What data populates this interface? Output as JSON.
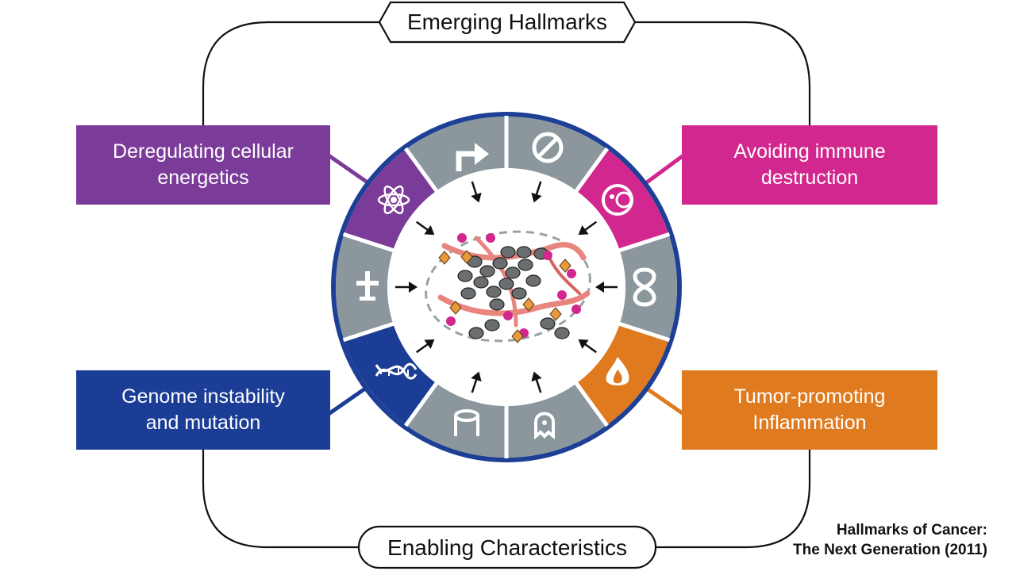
{
  "header_label": "Emerging Hallmarks",
  "footer_label": "Enabling Characteristics",
  "boxes": {
    "energetics": {
      "label": "Deregulating cellular\nenergetics",
      "color": "#7b3b99"
    },
    "immune": {
      "label": "Avoiding immune\ndestruction",
      "color": "#d2278e"
    },
    "genome": {
      "label": "Genome instability\nand mutation",
      "color": "#1b3d96"
    },
    "inflammation": {
      "label": "Tumor-promoting\nInflammation",
      "color": "#e07a1f"
    }
  },
  "wheel": {
    "ring_color": "#1e3f96",
    "segment_gray": "#8b979c",
    "segments": [
      {
        "icon": "bent-arrow-icon",
        "color": "#8b979c"
      },
      {
        "icon": "prohibition-icon",
        "color": "#8b979c"
      },
      {
        "icon": "immune-cell-icon",
        "color": "#d2278e"
      },
      {
        "icon": "infinity-icon",
        "color": "#8b979c"
      },
      {
        "icon": "flame-icon",
        "color": "#e07a1f"
      },
      {
        "icon": "ghost-cell-icon",
        "color": "#8b979c"
      },
      {
        "icon": "blood-vessel-icon",
        "color": "#8b979c"
      },
      {
        "icon": "dna-helix-icon",
        "color": "#1b3d96"
      },
      {
        "icon": "dagger-icon",
        "color": "#8b979c"
      },
      {
        "icon": "atom-icon",
        "color": "#7b3b99"
      }
    ]
  },
  "caption": {
    "line1": "Hallmarks of Cancer:",
    "line2": "The Next Generation (2011)"
  }
}
